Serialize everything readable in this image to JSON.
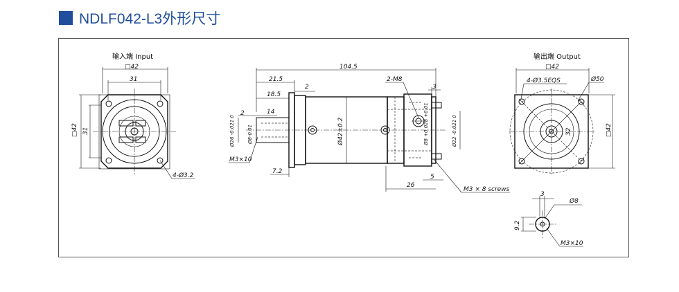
{
  "title": "NDLF042-L3外形尺寸",
  "colors": {
    "accent": "#1f4e9c",
    "line": "#111111",
    "frame": "#555555"
  },
  "input_view": {
    "label": "输入端 Input",
    "square": "□42",
    "width_31": "31",
    "side_square": "□42",
    "side_31": "31",
    "holes": "4-Ø3.2"
  },
  "side_view": {
    "overall": "104.5",
    "d_21_5": "21.5",
    "d_18_5": "18.5",
    "d_2_top": "2",
    "d_2_left": "2",
    "d_14": "14",
    "bore": "Ø26 -0.021 0",
    "shaft": "Ø8-0.01",
    "body": "Ø42±0.2",
    "screw_left": "M3×10",
    "d_7_2": "7.2",
    "tapped": "2-M8",
    "d_3": "3",
    "shaft_out": "Ø8 +0.028 +0.01",
    "pilot_out": "Ø22 -0.021 0",
    "d_26": "26",
    "d_5": "5",
    "screws": "M3 × 8 screws"
  },
  "output_view": {
    "label": "输出端 Output",
    "square": "□42",
    "holes": "4-Ø3.5EQS",
    "pcd": "Ø50",
    "side_square": "□42",
    "d_32": "32"
  },
  "detail_view": {
    "d_3": "3",
    "dia": "Ø8",
    "d_9_2": "9.2",
    "screw": "M3×10"
  }
}
